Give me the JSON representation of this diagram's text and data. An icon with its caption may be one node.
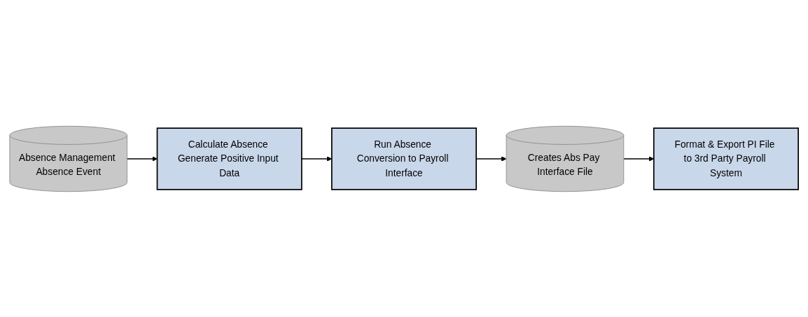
{
  "diagram": {
    "nodes": [
      {
        "text": [
          "Absence Management Absence Event"
        ]
      },
      {
        "text": [
          "Calculate Absence Generate Positive Input Data"
        ]
      },
      {
        "text": [
          "Run Absence Conversion to Payroll Interface"
        ]
      },
      {
        "text": [
          "Creates Abs Pay Interface File"
        ]
      },
      {
        "text": [
          "Format & Export PI File to 3rd Party Payroll System"
        ]
      }
    ],
    "edges": [
      {
        "from": 0,
        "to": 1,
        "arrow": "to"
      },
      {
        "from": 1,
        "to": 2,
        "arrow": "to"
      },
      {
        "from": 2,
        "to": 3,
        "arrow": "to"
      },
      {
        "from": 3,
        "to": 4,
        "arrow": "to"
      }
    ]
  }
}
